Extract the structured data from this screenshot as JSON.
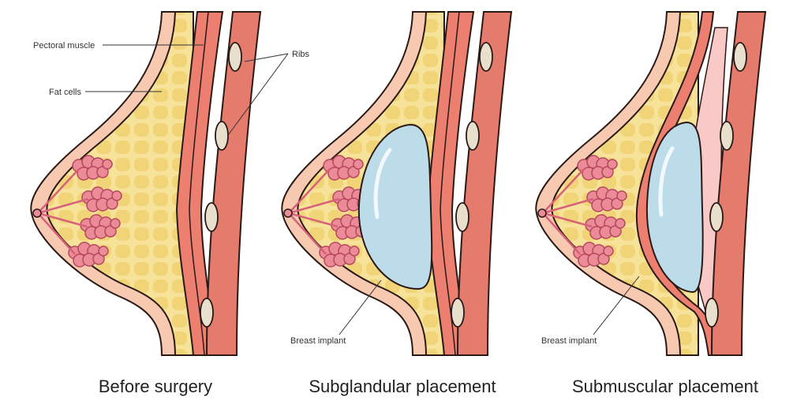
{
  "panels": [
    {
      "caption": "Before surgery"
    },
    {
      "caption": "Subglandular placement"
    },
    {
      "caption": "Submuscular placement"
    }
  ],
  "labels": {
    "pectoral_muscle": "Pectoral muscle",
    "fat_cells": "Fat cells",
    "ribs": "Ribs",
    "breast_implant_subglandular": "Breast implant",
    "breast_implant_submuscular": "Breast implant"
  },
  "colors": {
    "skin": "#f6c9b0",
    "fat": "#f7e29a",
    "fat_cell": "#f0d477",
    "gland": "#ec8b98",
    "muscle": "#ec7f70",
    "muscle_dark": "#d66658",
    "rib": "#e9dfcd",
    "implant": "#bcdcea",
    "pocket": "#f9c9c8",
    "outline": "#2a1a16"
  }
}
